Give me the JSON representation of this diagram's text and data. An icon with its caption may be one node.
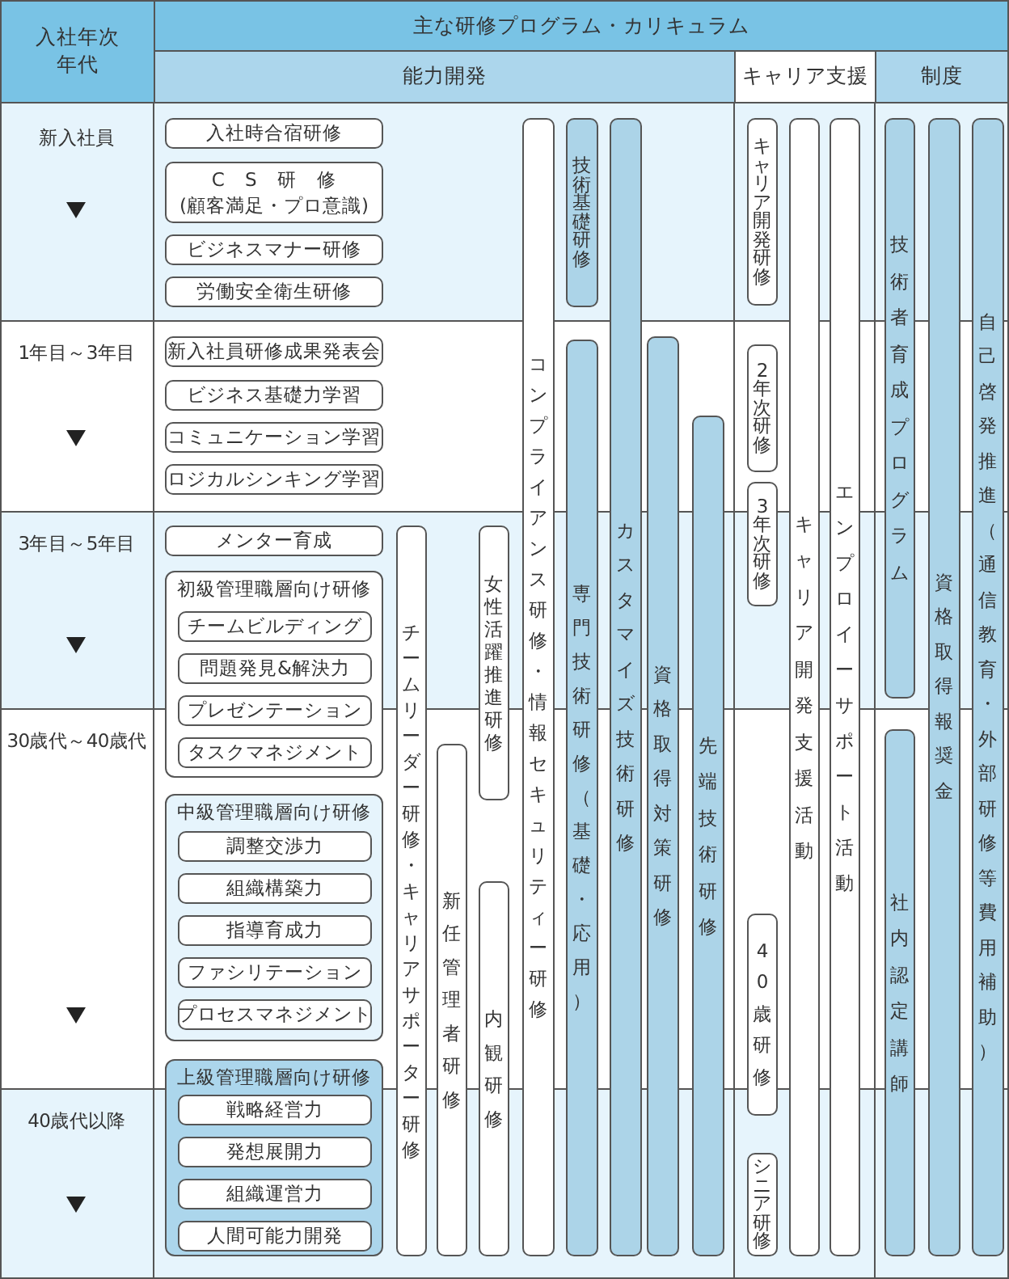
{
  "diagram": {
    "nodes": [
      {
        "text": [
          "入社時合宿研修"
        ]
      },
      {
        "text": [
          "CS研修",
          "(顧客満足・プロ意識)"
        ]
      },
      {
        "text": [
          "ビジネスマナー研修"
        ]
      },
      {
        "text": [
          "労働安全衛生研修"
        ]
      },
      {
        "text": [
          "新入社員研修成果発表会"
        ]
      },
      {
        "text": [
          "ビジネス基礎力学習"
        ]
      },
      {
        "text": [
          "コミュニケーション学習"
        ]
      },
      {
        "text": [
          "ロジカルシンキング学習"
        ]
      },
      {
        "text": [
          "メンター育成"
        ]
      },
      {
        "text": [
          "初級管理職層向け研修"
        ]
      },
      {
        "text": [
          "チームビルディング"
        ],
        "in": 9
      },
      {
        "text": [
          "問題発見&解決力"
        ],
        "in": 9
      },
      {
        "text": [
          "プレゼンテーション"
        ],
        "in": 9
      },
      {
        "text": [
          "タスクマネジメント"
        ],
        "in": 9
      },
      {
        "text": [
          "中級管理職層向け研修"
        ]
      },
      {
        "text": [
          "調整交渉力"
        ],
        "in": 14
      },
      {
        "text": [
          "組織構築力"
        ],
        "in": 14
      },
      {
        "text": [
          "指導育成力"
        ],
        "in": 14
      },
      {
        "text": [
          "ファシリテーション"
        ],
        "in": 14
      },
      {
        "text": [
          "プロセスマネジメント"
        ],
        "in": 14
      },
      {
        "text": [
          "上級管理職層向け研修"
        ]
      },
      {
        "text": [
          "戦略経営力"
        ],
        "in": 20
      },
      {
        "text": [
          "発想展開力"
        ],
        "in": 20
      },
      {
        "text": [
          "組織運営力"
        ],
        "in": 20
      },
      {
        "text": [
          "人間可能力開発"
        ],
        "in": 20
      },
      {
        "text": [
          "チームリーダー研修・キャリアサポーター研修"
        ]
      },
      {
        "text": [
          "新任管理者研修"
        ]
      },
      {
        "text": [
          "女性活躍推進研修"
        ]
      },
      {
        "text": [
          "内観研修"
        ]
      },
      {
        "text": [
          "コンプライアンス研修・情報セキュリティー研修"
        ]
      },
      {
        "text": [
          "技術基礎研修"
        ]
      },
      {
        "text": [
          "専門技術研修（基礎・応用）"
        ]
      },
      {
        "text": [
          "カスタマイズ技術研修"
        ]
      },
      {
        "text": [
          "資格取得対策研修"
        ]
      },
      {
        "text": [
          "先端技術研修"
        ]
      },
      {
        "text": [
          "キャリア開発研修"
        ]
      },
      {
        "text": [
          "2年次研修"
        ]
      },
      {
        "text": [
          "3年次研修"
        ]
      },
      {
        "text": [
          "40歳研修"
        ]
      },
      {
        "text": [
          "シニア研修"
        ]
      },
      {
        "text": [
          "キャリア開発支援活動"
        ]
      },
      {
        "text": [
          "エンプロイーサポート活動"
        ]
      },
      {
        "text": [
          "技術者育成プログラム"
        ]
      },
      {
        "text": [
          "社内認定講師"
        ]
      },
      {
        "text": [
          "資格取得報奨金"
        ]
      },
      {
        "text": [
          "自己啓発推進（通信教育・外部研修等費用補助）"
        ]
      }
    ],
    "labels": [
      "入社年次年代",
      "主な研修プログラム・カリキュラム",
      "能力開発",
      "キャリア支援",
      "制度",
      "新入社員",
      "1年目～3年目",
      "3年目～5年目",
      "30歳代～40歳代",
      "40歳代以降"
    ]
  }
}
